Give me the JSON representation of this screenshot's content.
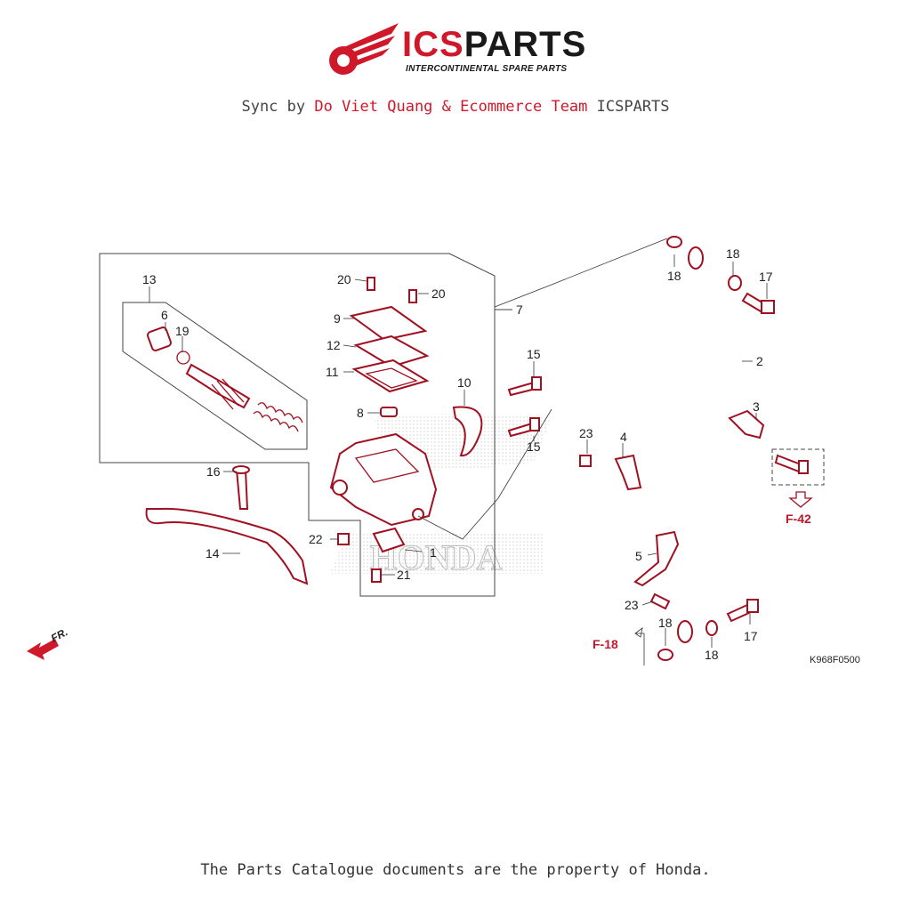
{
  "brand": {
    "name_part1": "ICS",
    "name_part2": "PARTS",
    "tagline": "INTERCONTINENTAL SPARE PARTS",
    "color": "#d0182b"
  },
  "sync_line": {
    "prefix": "Sync by ",
    "highlight": "Do Viet Quang & Ecommerce Team",
    "suffix": " ICSPARTS"
  },
  "diagram": {
    "part_numbers": [
      "1",
      "2",
      "3",
      "4",
      "5",
      "6",
      "7",
      "8",
      "9",
      "10",
      "11",
      "12",
      "13",
      "14",
      "15",
      "16",
      "17",
      "18",
      "19",
      "20",
      "21",
      "22",
      "23"
    ],
    "references": [
      "F-42",
      "F-18"
    ],
    "front_indicator": "FR.",
    "code": "K968F0500",
    "watermark": "HONDA"
  },
  "footer": {
    "text": "The Parts Catalogue documents are the property of Honda."
  }
}
